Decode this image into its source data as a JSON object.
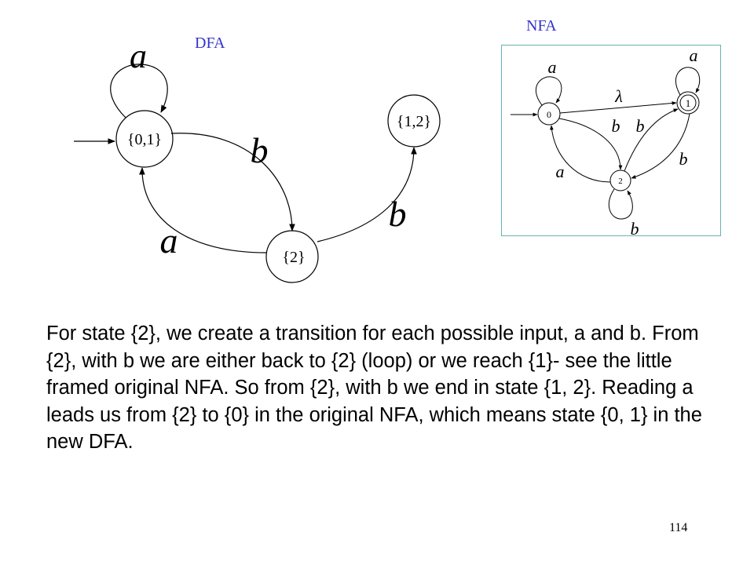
{
  "dfa": {
    "title": "DFA",
    "states": {
      "s01": "{0,1}",
      "s12": "{1,2}",
      "s2": "{2}"
    },
    "labels": {
      "loop_s01": "a",
      "s01_to_s2": "b",
      "s2_to_s01": "a",
      "s2_to_s12": "b"
    }
  },
  "nfa": {
    "title": "NFA",
    "states": {
      "q0": "0",
      "q1": "1",
      "q2": "2"
    },
    "labels": {
      "loop_q0": "a",
      "loop_q1": "a",
      "q0_to_q1": "λ",
      "q0_to_q2": "b",
      "q2_to_q1": "b",
      "q1_to_q2": "b",
      "q2_to_q0": "a",
      "loop_q2": "b"
    }
  },
  "body_text": "For state {2}, we create a transition for each possible input, a and b. From {2}, with b we are either back to {2} (loop) or we reach {1}- see the little framed original NFA.  So from {2}, with b we end in  state {1, 2}. Reading a leads us from {2} to {0} in the original NFA, which means state {0, 1} in the new DFA.",
  "page_number": "114"
}
